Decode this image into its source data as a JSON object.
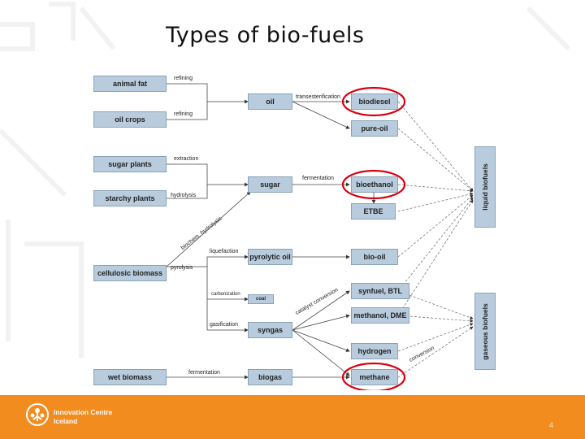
{
  "title": "Types of bio-fuels",
  "sources": {
    "animal_fat": "animal fat",
    "oil_crops": "oil crops",
    "sugar_plants": "sugar plants",
    "starchy_plants": "starchy plants",
    "cellulosic_biomass": "cellulosic biomass",
    "wet_biomass": "wet biomass"
  },
  "intermediates": {
    "oil": "oil",
    "sugar": "sugar",
    "pyrolytic_oil": "pyrolytic oil",
    "coal": "coal",
    "syngas": "syngas",
    "biogas": "biogas"
  },
  "products": {
    "biodiesel": "biodiesel",
    "pure_oil": "pure-oil",
    "bioethanol": "bioethanol",
    "etbe": "ETBE",
    "bio_oil": "bio-oil",
    "synfuel": "synfuel, BTL",
    "methanol": "methanol, DME",
    "hydrogen": "hydrogen",
    "methane": "methane"
  },
  "categories": {
    "liquid": "liquid biofuels",
    "gaseous": "gaseous biofuels"
  },
  "process_labels": {
    "refining_1": "refining",
    "refining_2": "refining",
    "transesterification": "transesterification",
    "extraction": "extraction",
    "hydrolysis": "hydrolysis",
    "fermentation_1": "fermentation",
    "biochem_hydrolysis": "biochem. hydrolysis",
    "liquefaction": "liquefaction",
    "pyrolysis": "pyrolysis",
    "carbonization": "carbonization",
    "gasification": "gasification",
    "catalyst_conversion": "catalyst conversion",
    "conversion": "conversion",
    "fermentation_2": "fermentation"
  },
  "footer": {
    "org_line1": "Innovation Centre",
    "org_line2": "Iceland",
    "page_number": "4"
  },
  "colors": {
    "node_fill": "#b8ccdd",
    "highlight": "#d8000f",
    "footer": "#f28c1e"
  }
}
